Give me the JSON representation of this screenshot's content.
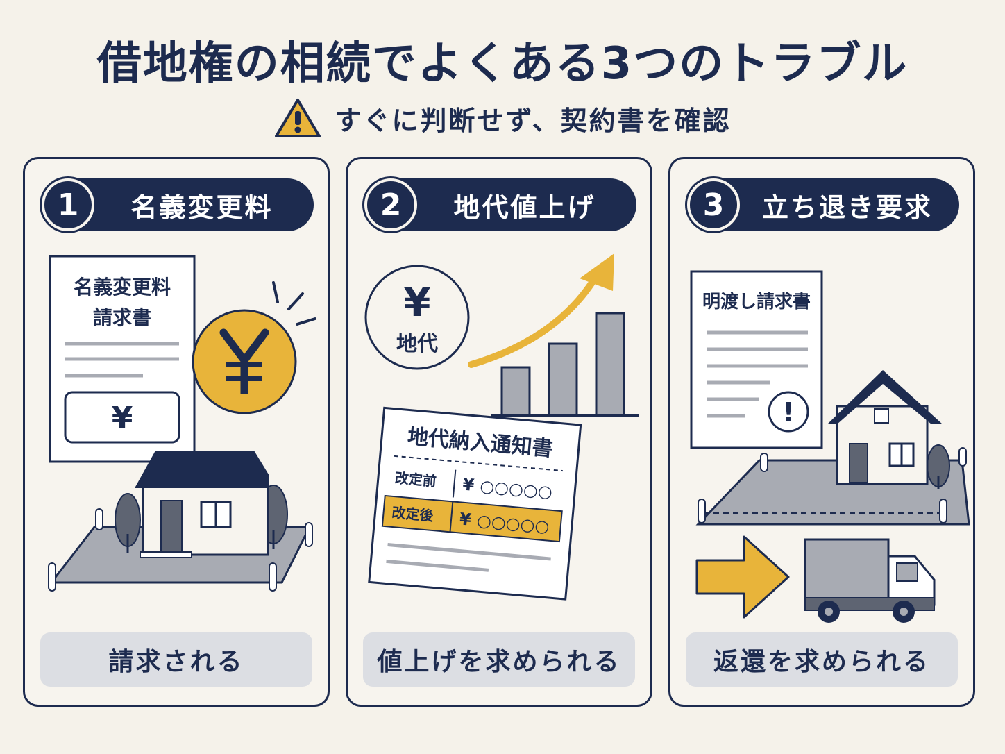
{
  "title": "借地権の相続でよくある3つのトラブル",
  "subtitle": "すぐに判断せず、契約書を確認",
  "colors": {
    "navy": "#1d2b4f",
    "gold": "#e8b43a",
    "gray": "#a8abb3",
    "cream": "#f5f2ea"
  },
  "panels": [
    {
      "number": "1",
      "label": "名義変更料",
      "doc_title_line1": "名義変更料",
      "doc_title_line2": "請求書",
      "yen": "¥",
      "footer": "請求される"
    },
    {
      "number": "2",
      "label": "地代値上げ",
      "coin_yen": "¥",
      "coin_label": "地代",
      "notice_title": "地代納入通知書",
      "before_label": "改定前",
      "before_value": "¥ ○○○○○",
      "after_label": "改定後",
      "after_value": "¥ ○○○○○",
      "footer": "値上げを求められる"
    },
    {
      "number": "3",
      "label": "立ち退き要求",
      "doc_title": "明渡し請求書",
      "alert": "!",
      "footer": "返還を求められる"
    }
  ]
}
